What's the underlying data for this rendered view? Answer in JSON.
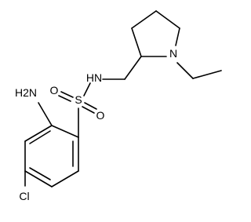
{
  "molecule": {
    "atoms": {
      "amino": "H2N",
      "chloro": "Cl",
      "sulfonamide_nh": "HN",
      "sulfur": "S",
      "oxygen_left": "O",
      "oxygen_bottom": "O",
      "ring_nitrogen": "N"
    }
  }
}
